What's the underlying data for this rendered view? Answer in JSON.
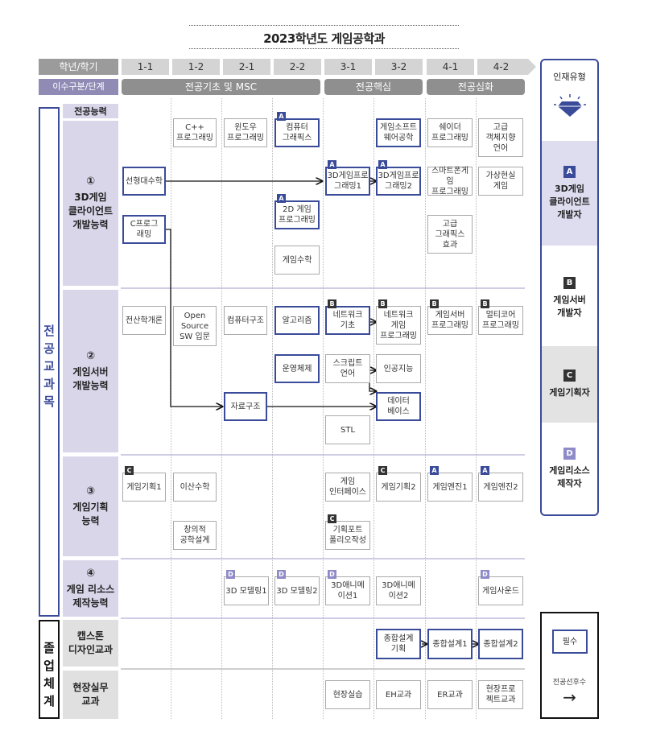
{
  "title": "2023학년도 게임공학과",
  "header": {
    "semester_label": "학년/학기",
    "stage_label": "이수구분/단계",
    "semesters": [
      "1-1",
      "1-2",
      "2-1",
      "2-2",
      "3-1",
      "3-2",
      "4-1",
      "4-2"
    ],
    "stages": [
      "전공기초 및 MSC",
      "전공핵심",
      "전공심화"
    ]
  },
  "left": {
    "major_label": "전공교과목",
    "major_chars": [
      "전",
      "공",
      "교",
      "과",
      "목"
    ],
    "grad_chars": [
      "졸",
      "업",
      "체",
      "계"
    ],
    "competency_header": "전공능력"
  },
  "rows": [
    {
      "num": "①",
      "label": "3D게임\n클라이언트\n개발능력"
    },
    {
      "num": "②",
      "label": "게임서버\n개발능력"
    },
    {
      "num": "③",
      "label": "게임기획\n능력"
    },
    {
      "num": "④",
      "label": "게임 리소스\n제작능력"
    },
    {
      "num": "",
      "label": "캡스톤\n디자인교과"
    },
    {
      "num": "",
      "label": "현장실무\n교과"
    }
  ],
  "courses": [
    {
      "id": "c1",
      "text": "C++\n프로그래밍",
      "req": false,
      "badge": ""
    },
    {
      "id": "c2",
      "text": "윈도우\n프로그래밍",
      "req": false,
      "badge": ""
    },
    {
      "id": "c3",
      "text": "컴퓨터\n그래픽스",
      "req": true,
      "badge": "A"
    },
    {
      "id": "c4",
      "text": "게임소프트\n웨어공학",
      "req": true,
      "badge": ""
    },
    {
      "id": "c5",
      "text": "쉐이더\n프로그래밍",
      "req": false,
      "badge": ""
    },
    {
      "id": "c6",
      "text": "고급\n객체지향\n언어",
      "req": false,
      "badge": ""
    },
    {
      "id": "c7",
      "text": "선형대수학",
      "req": true,
      "badge": ""
    },
    {
      "id": "c8",
      "text": "3D게임프로\n그래밍1",
      "req": true,
      "badge": "A"
    },
    {
      "id": "c9",
      "text": "3D게임프로\n그래밍2",
      "req": true,
      "badge": "A"
    },
    {
      "id": "c10",
      "text": "스마트폰게임\n프로그래밍",
      "req": false,
      "badge": ""
    },
    {
      "id": "c11",
      "text": "가상현실\n게임",
      "req": false,
      "badge": ""
    },
    {
      "id": "c12",
      "text": "C프로그\n래밍",
      "req": true,
      "badge": ""
    },
    {
      "id": "c13",
      "text": "2D 게임\n프로그래밍",
      "req": true,
      "badge": "A"
    },
    {
      "id": "c14",
      "text": "고급\n그래픽스\n효과",
      "req": false,
      "badge": ""
    },
    {
      "id": "c15",
      "text": "게임수학",
      "req": false,
      "badge": ""
    },
    {
      "id": "c16",
      "text": "전산학개론",
      "req": false,
      "badge": ""
    },
    {
      "id": "c17",
      "text": "Open\nSource\nSW 입문",
      "req": false,
      "badge": ""
    },
    {
      "id": "c18",
      "text": "컴퓨터구조",
      "req": false,
      "badge": ""
    },
    {
      "id": "c19",
      "text": "알고리즘",
      "req": true,
      "badge": ""
    },
    {
      "id": "c20",
      "text": "네트워크\n기초",
      "req": true,
      "badge": "B"
    },
    {
      "id": "c21",
      "text": "네트워크\n게임\n프로그래밍",
      "req": false,
      "badge": "B"
    },
    {
      "id": "c22",
      "text": "게임서버\n프로그래밍",
      "req": false,
      "badge": "B"
    },
    {
      "id": "c23",
      "text": "멀티코어\n프로그래밍",
      "req": false,
      "badge": "B"
    },
    {
      "id": "c24",
      "text": "운영체제",
      "req": true,
      "badge": ""
    },
    {
      "id": "c25",
      "text": "스크립트\n언어",
      "req": false,
      "badge": ""
    },
    {
      "id": "c26",
      "text": "인공지능",
      "req": false,
      "badge": ""
    },
    {
      "id": "c27",
      "text": "자료구조",
      "req": true,
      "badge": ""
    },
    {
      "id": "c28",
      "text": "데이터\n베이스",
      "req": true,
      "badge": ""
    },
    {
      "id": "c29",
      "text": "STL",
      "req": false,
      "badge": ""
    },
    {
      "id": "c30",
      "text": "게임기획1",
      "req": false,
      "badge": "C"
    },
    {
      "id": "c31",
      "text": "이산수학",
      "req": false,
      "badge": ""
    },
    {
      "id": "c32",
      "text": "게임\n인터페이스",
      "req": false,
      "badge": ""
    },
    {
      "id": "c33",
      "text": "게임기획2",
      "req": false,
      "badge": "C"
    },
    {
      "id": "c34",
      "text": "게임엔진1",
      "req": false,
      "badge": "A"
    },
    {
      "id": "c35",
      "text": "게임엔진2",
      "req": false,
      "badge": "A"
    },
    {
      "id": "c36",
      "text": "창의적\n공학설계",
      "req": false,
      "badge": ""
    },
    {
      "id": "c37",
      "text": "기획포트\n폴리오작성",
      "req": false,
      "badge": "C"
    },
    {
      "id": "c38",
      "text": "3D 모델링1",
      "req": false,
      "badge": "D"
    },
    {
      "id": "c39",
      "text": "3D 모델링2",
      "req": false,
      "badge": "D"
    },
    {
      "id": "c40",
      "text": "3D애니메\n이션1",
      "req": false,
      "badge": "D"
    },
    {
      "id": "c41",
      "text": "3D애니메\n이션2",
      "req": false,
      "badge": ""
    },
    {
      "id": "c42",
      "text": "게임사운드",
      "req": false,
      "badge": "D"
    },
    {
      "id": "c43",
      "text": "종합설계\n기획",
      "req": true,
      "badge": ""
    },
    {
      "id": "c44",
      "text": "종합설계1",
      "req": true,
      "badge": ""
    },
    {
      "id": "c45",
      "text": "종합설계2",
      "req": true,
      "badge": ""
    },
    {
      "id": "c46",
      "text": "현장실습",
      "req": false,
      "badge": ""
    },
    {
      "id": "c47",
      "text": "EH교과",
      "req": false,
      "badge": ""
    },
    {
      "id": "c48",
      "text": "ER교과",
      "req": false,
      "badge": ""
    },
    {
      "id": "c49",
      "text": "현장프로\n젝트교과",
      "req": false,
      "badge": ""
    }
  ],
  "sidebar": {
    "title": "인재유형",
    "types": [
      {
        "badge": "A",
        "label": "3D게임\n클라이언트\n개발자"
      },
      {
        "badge": "B",
        "label": "게임서버\n개발자"
      },
      {
        "badge": "C",
        "label": "게임기획자"
      },
      {
        "badge": "D",
        "label": "게임리소스\n제작자"
      }
    ]
  },
  "legend": {
    "required": "필수",
    "prereq": "전공선후수",
    "arrow": "→"
  },
  "colors": {
    "accent": "#3a4b9a",
    "row_bg": "#d9d6ea",
    "header_gray": "#9b9b9b"
  }
}
